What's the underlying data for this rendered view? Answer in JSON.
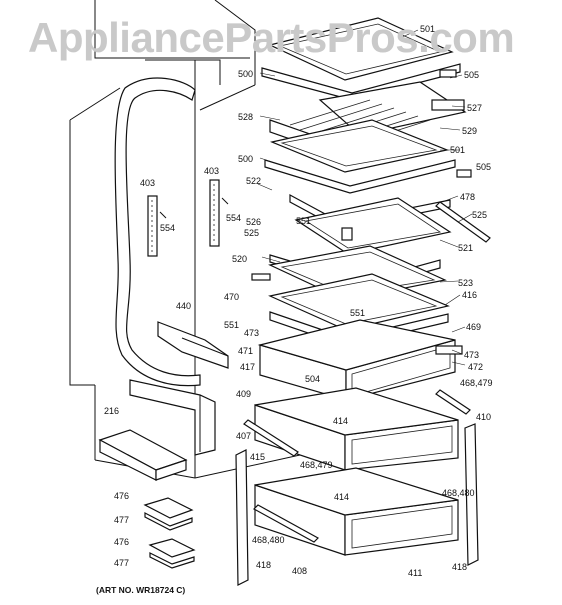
{
  "watermark": "AppliancePartsPros.com",
  "art_number": "(ART NO. WR18724 C)",
  "labels": {
    "l501a": "501",
    "l505a": "505",
    "l500a": "500",
    "l527": "527",
    "l528": "528",
    "l529": "529",
    "l501b": "501",
    "l505b": "505",
    "l500b": "500",
    "l522": "522",
    "l478": "478",
    "l403a": "403",
    "l403b": "403",
    "l554a": "554",
    "l554b": "554",
    "l526": "526",
    "l551a": "551",
    "l525a": "525",
    "l525b": "525",
    "l521": "521",
    "l520": "520",
    "l523": "523",
    "l470": "470",
    "l416": "416",
    "l440": "440",
    "l551b": "551",
    "l551c": "551",
    "l469": "469",
    "l473a": "473",
    "l473b": "473",
    "l471": "471",
    "l472": "472",
    "l417": "417",
    "l504": "504",
    "l468479a": "468,479",
    "l409": "409",
    "l414a": "414",
    "l410": "410",
    "l216": "216",
    "l407": "407",
    "l415": "415",
    "l468479b": "468,479",
    "l414b": "414",
    "l468480a": "468,480",
    "l476a": "476",
    "l477a": "477",
    "l476b": "476",
    "l477b": "477",
    "l468480b": "468,480",
    "l418a": "418",
    "l418b": "418",
    "l408": "408",
    "l411": "411"
  }
}
